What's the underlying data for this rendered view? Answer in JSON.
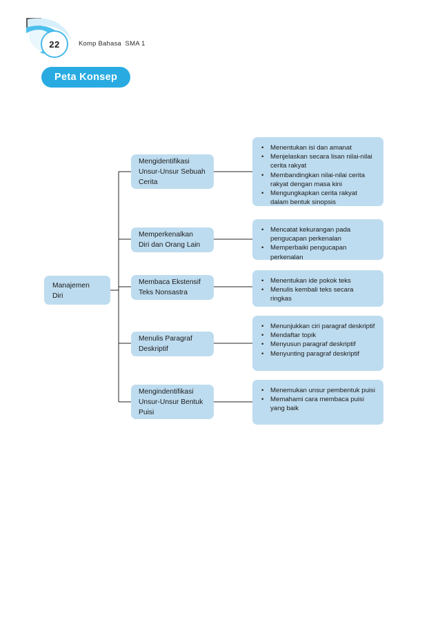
{
  "header": {
    "page_number": "22",
    "running_head": "Komp Bahasa  SMA 1",
    "ornament_icon": "page-corner-ribbon-icon"
  },
  "section": {
    "badge_label": "Peta Konsep"
  },
  "colors": {
    "accent": "#29abe2",
    "node_fill": "#bedcef",
    "ring": "#45b9e8",
    "line": "#222222",
    "text": "#1b1b1b"
  },
  "chart_data": {
    "type": "diagram",
    "title": "Peta Konsep",
    "root": "Manajemen\nDiri",
    "branches": [
      {
        "label": "Mengidentifikasi\nUnsur-Unsur Sebuah\nCerita",
        "details": [
          "Menentukan isi dan amanat",
          "Menjelaskan secara lisan nilai-nilai cerita rakyat",
          "Membandingkan nilai-nilai cerita rakyat dengan masa kini",
          "Mengungkapkan cerita rakyat dalam bentuk sinopsis"
        ]
      },
      {
        "label": "Memperkenalkan\nDiri dan Orang Lain",
        "details": [
          "Mencatat kekurangan pada pengucapan perkenalan",
          "Memperbaiki pengucapan perkenalan"
        ]
      },
      {
        "label": "Membaca Ekstensif\nTeks Nonsastra",
        "details": [
          "Menentukan ide pokok teks",
          "Menulis kembali teks secara ringkas"
        ]
      },
      {
        "label": "Menulis Paragraf\nDeskriptif",
        "details": [
          "Menunjukkan ciri paragraf deskriptif",
          "Mendaftar topik",
          "Menyusun paragraf deskriptif",
          "Menyunting paragraf deskriptif"
        ]
      },
      {
        "label": "Mengindentifikasi\nUnsur-Unsur Bentuk\nPuisi",
        "details": [
          "Menemukan unsur pembentuk puisi",
          "Memahami cara membaca puisi yang baik"
        ]
      }
    ],
    "bullet_char": "•"
  }
}
